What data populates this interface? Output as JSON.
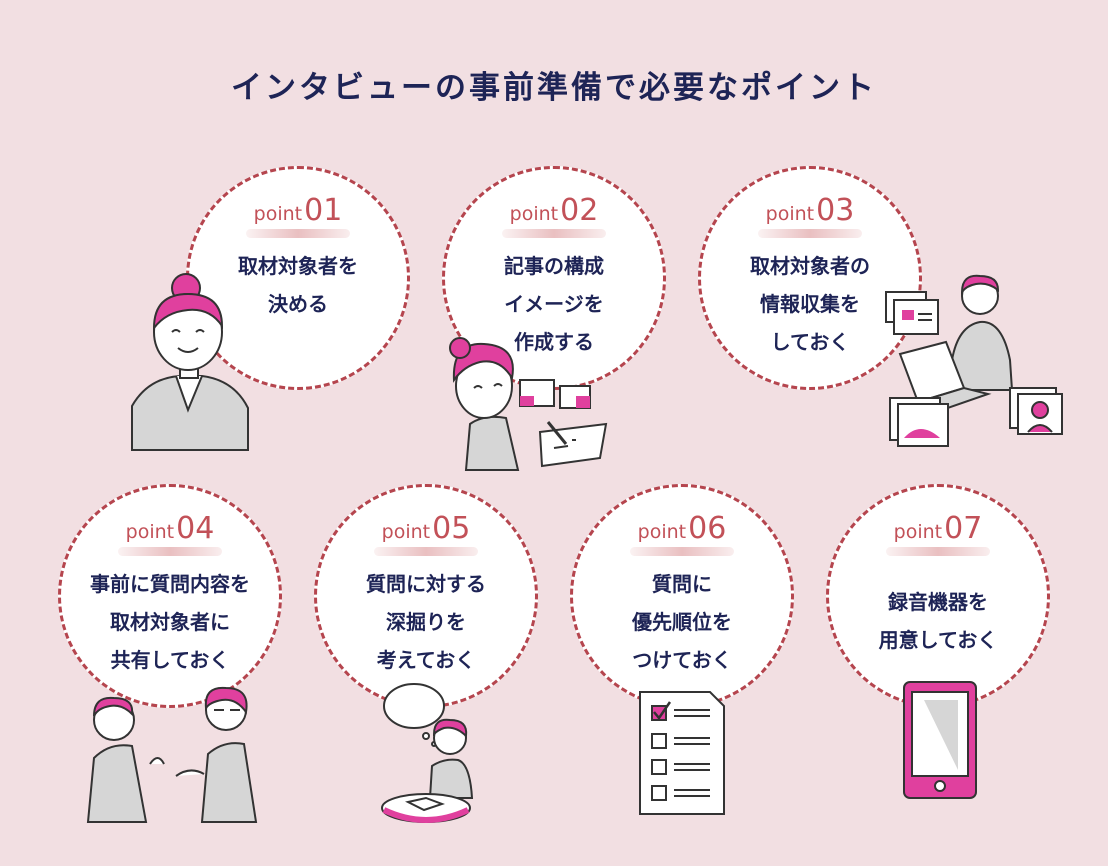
{
  "title": "インタビューの事前準備で必要なポイント",
  "colors": {
    "background": "#f2dfe2",
    "accent": "#e0409e",
    "dashed": "#b5454e",
    "title": "#1e2456",
    "point": "#c25158"
  },
  "points": [
    {
      "label": "point",
      "number": "01",
      "lines": [
        "取材対象者を",
        "決める"
      ]
    },
    {
      "label": "point",
      "number": "02",
      "lines": [
        "記事の構成",
        "イメージを",
        "作成する"
      ]
    },
    {
      "label": "point",
      "number": "03",
      "lines": [
        "取材対象者の",
        "情報収集を",
        "しておく"
      ]
    },
    {
      "label": "point",
      "number": "04",
      "lines": [
        "事前に質問内容を",
        "取材対象者に",
        "共有しておく"
      ]
    },
    {
      "label": "point",
      "number": "05",
      "lines": [
        "質問に対する",
        "深掘りを",
        "考えておく"
      ]
    },
    {
      "label": "point",
      "number": "06",
      "lines": [
        "質問に",
        "優先順位を",
        "つけておく"
      ]
    },
    {
      "label": "point",
      "number": "07",
      "lines": [
        "録音機器を",
        "用意しておく"
      ]
    }
  ],
  "illustrations": [
    "woman-interviewee-icon",
    "woman-sketching-icon",
    "man-laptop-research-icon",
    "two-people-talking-icon",
    "person-thinking-icon",
    "checklist-icon",
    "smartphone-icon"
  ]
}
